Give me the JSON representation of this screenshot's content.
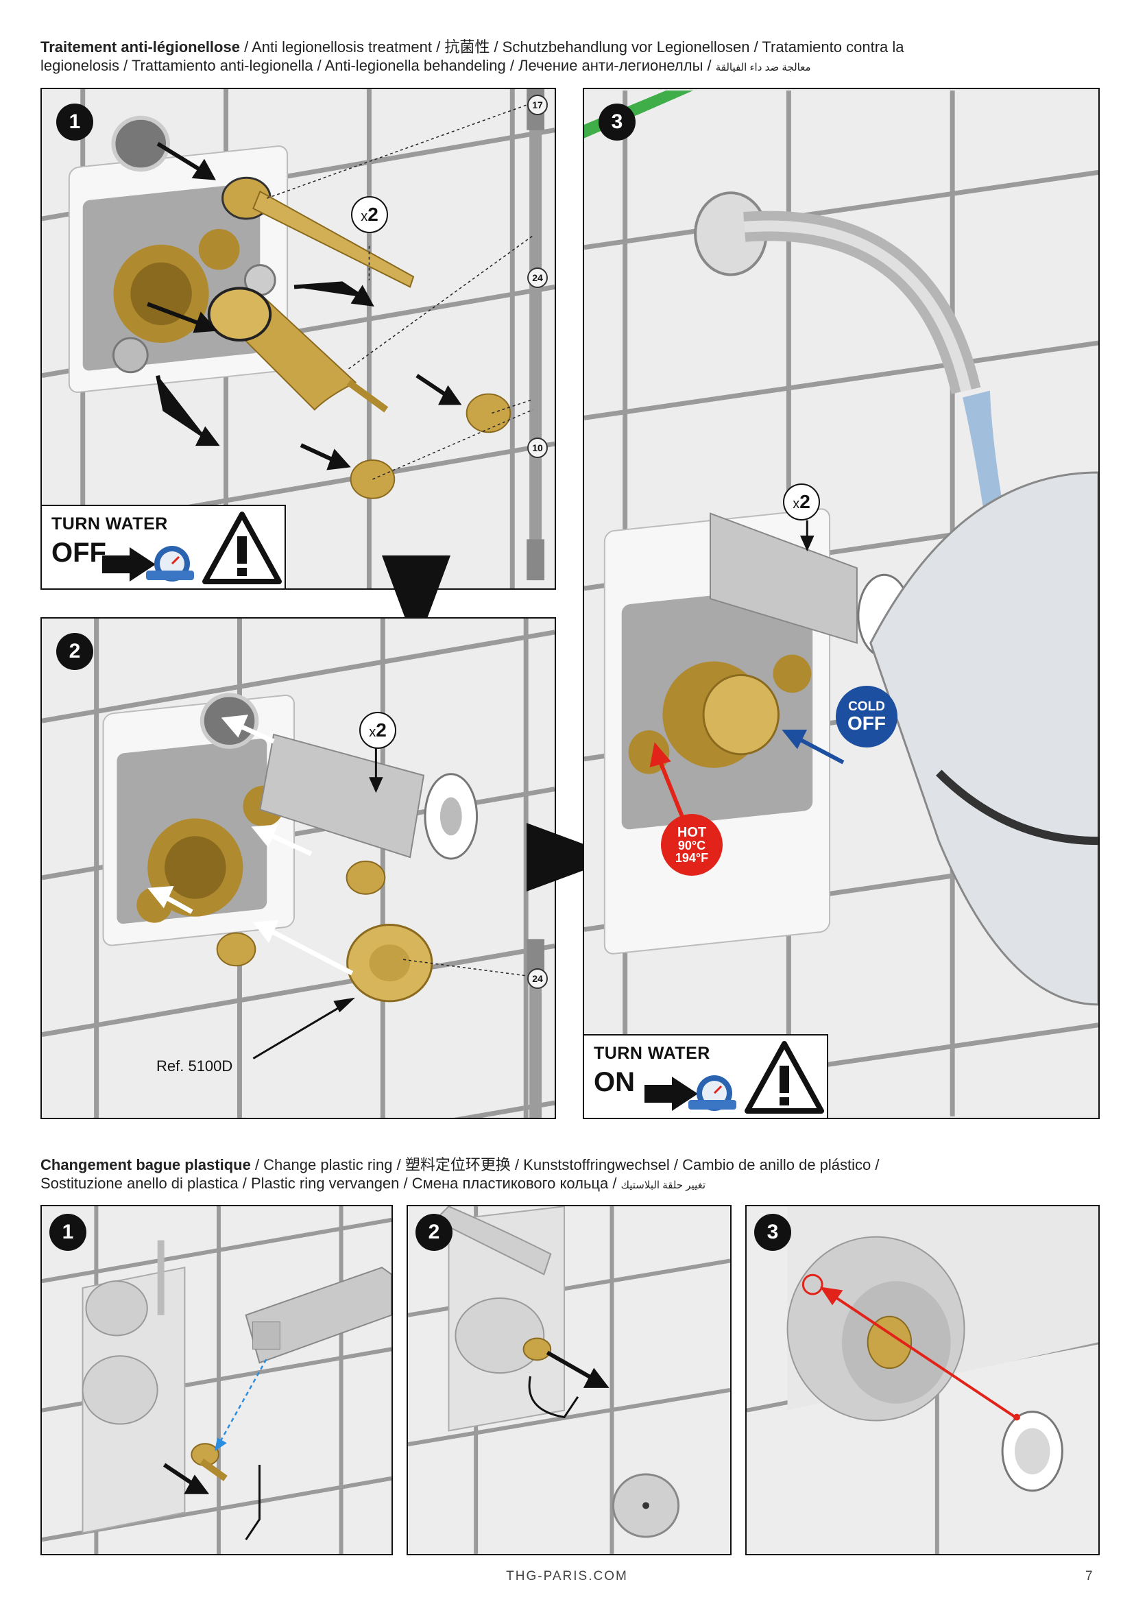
{
  "section1": {
    "title_bold": "Traitement anti-légionellose",
    "title_line1_rest": " / Anti legionellosis treatment / 抗菌性 / Schutzbehandlung vor Legionellosen / Tratamiento contra la",
    "title_line2": "legionelosis / Trattamiento anti-legionella / Anti-legionella behandeling / Лечение анти-легионеллы / ",
    "title_arabic": "معالجة ضد داء الفيالقة"
  },
  "section2": {
    "title_bold": "Changement bague plastique",
    "title_line1_rest": " / Change plastic ring / 塑料定位环更换 / Kunststoffringwechsel / Cambio de anillo de plástico /",
    "title_line2": "Sostituzione anello di plastica / Plastic ring vervangen / Смена пластикового кольца / ",
    "title_arabic": "تغيير حلقة البلاستيك"
  },
  "steps": {
    "s1": "1",
    "s2": "2",
    "s3": "3",
    "b1": "1",
    "b2": "2",
    "b3": "3"
  },
  "warnings": {
    "off_line1": "TURN WATER",
    "off_line2": "OFF",
    "on_line1": "TURN WATER",
    "on_line2": "ON"
  },
  "multipliers": {
    "x": "x",
    "n": "2"
  },
  "tools": {
    "t17": "17",
    "t24a": "24",
    "t10": "10",
    "t24b": "24"
  },
  "labels": {
    "cold_line1": "COLD",
    "cold_line2": "OFF",
    "hot_line1": "HOT",
    "hot_line2": "90°C",
    "hot_line3": "194°F",
    "ref": "Ref. 5100D"
  },
  "colors": {
    "cold": "#1d4fa0",
    "hot": "#e2231a",
    "brass": "#c9a548",
    "tile": "#f4f4f4",
    "grout": "#9a9a9a"
  },
  "footer": {
    "site": "THG-PARIS.COM",
    "page": "7"
  }
}
